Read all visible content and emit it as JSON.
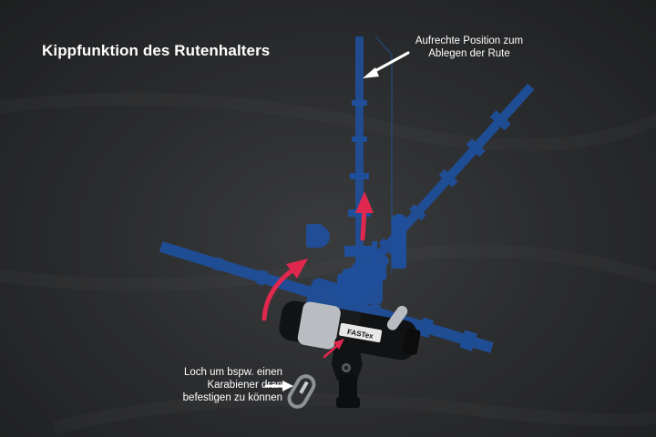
{
  "title": "Kippfunktion des Rutenhalters",
  "annotations": {
    "upright": "Aufrechte Position zum\nAblegen der Rute",
    "hole": "Loch um bspw. einen\nKarabiener dran\nbefestigen zu können"
  },
  "brand_label": "FASTex",
  "colors": {
    "background": "#2b2c2e",
    "ghost_blue": "#1f4f9a",
    "arrow_red": "#e0284f",
    "holder_black": "#111214",
    "holder_grey": "#b9bcc0",
    "text": "#ffffff"
  },
  "icons": [
    "rod-holder-upright-ghost",
    "rod-holder-diagonal-ghost",
    "rod-holder-horizontal-ghost",
    "rod-holder-product",
    "carabiner-icon",
    "tilt-arrow-icon",
    "pointer-arrow-icon"
  ]
}
